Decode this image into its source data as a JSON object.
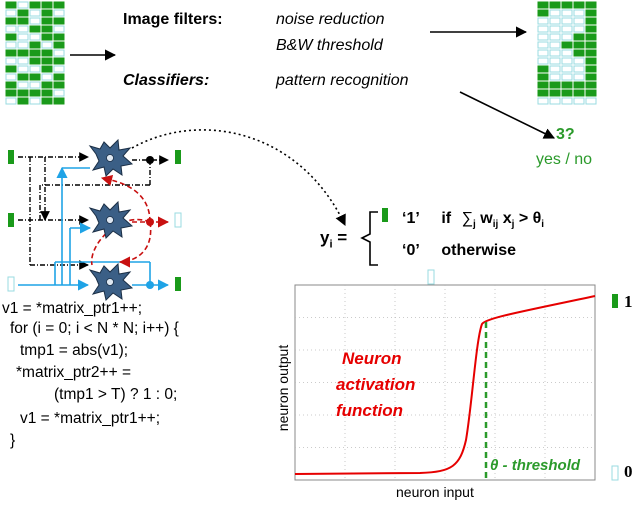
{
  "filters": {
    "image_filters_label": "Image filters:",
    "image_filters_items": [
      "noise reduction",
      "B&W threshold"
    ],
    "classifiers_label": "Classifiers:",
    "classifiers_item": "pattern recognition"
  },
  "classification": {
    "question": "3?",
    "answer": "yes / no"
  },
  "equation": {
    "lhs_var": "y",
    "lhs_sub": "i",
    "eq": " =",
    "case1_value": "‘1’",
    "case1_if": "if",
    "case1_sum_sub": "j",
    "case1_w": "w",
    "case1_w_sub": "ij",
    "case1_x": "x",
    "case1_x_sub": "j",
    "case1_gt": ">",
    "case1_theta": "θ",
    "case1_theta_sub": "i",
    "case2_value": "‘0’",
    "case2_text": "otherwise"
  },
  "activation_plot": {
    "ylabel": "neuron output",
    "xlabel": "neuron input",
    "title_lines": [
      "Neuron",
      "activation",
      "function"
    ],
    "threshold_label": "θ - threshold",
    "out_high": "1",
    "out_low": "0"
  },
  "code_lines": [
    "v1 = *matrix_ptr1++;",
    "for (i = 0; i < N * N; i++) {",
    "tmp1 = abs(v1);",
    "*matrix_ptr2++ =",
    "(tmp1 > T) ? 1 : 0;",
    "v1 = *matrix_ptr1++;",
    "}"
  ],
  "colors": {
    "green": "#1a9a1a",
    "light_cyan": "#c9eef0",
    "neuron_fill": "#3b5f86",
    "blue_wire": "#1fa3e6",
    "red_wire": "#c81010",
    "curve": "#e60000",
    "threshold_line": "#2b9a2b"
  },
  "icons": {
    "neuron": "neuron-cell-icon",
    "pixel_on": "green-pixel-icon",
    "pixel_off": "empty-pixel-icon"
  }
}
